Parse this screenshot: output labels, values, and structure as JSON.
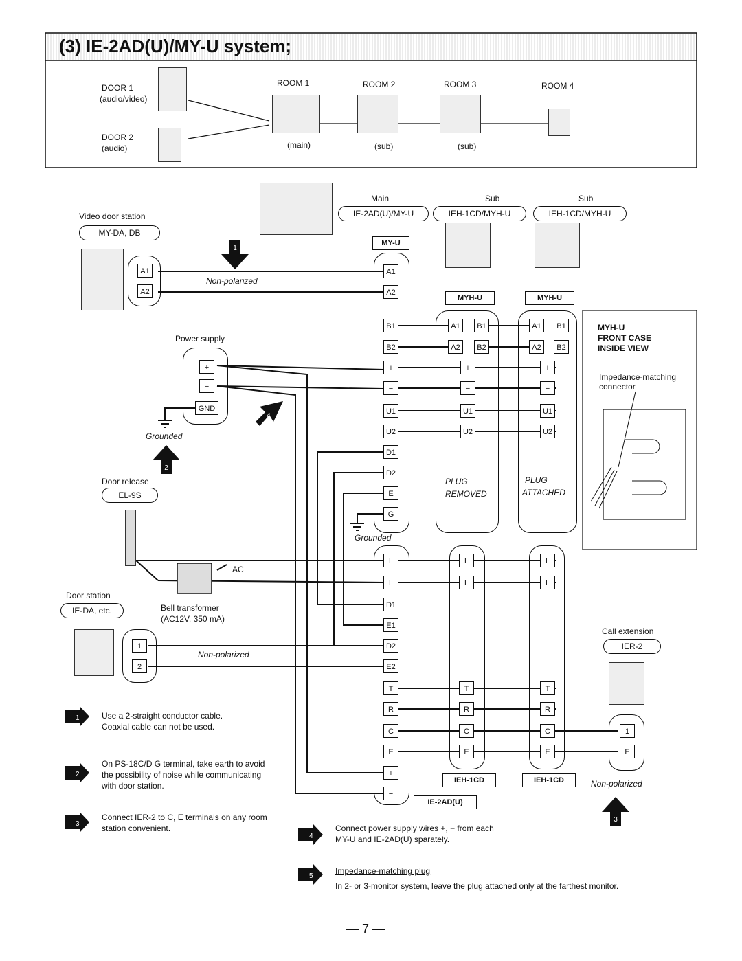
{
  "title": "(3) IE-2AD(U)/MY-U system;",
  "overview": {
    "door1": "DOOR 1",
    "door1_sub": "(audio/video)",
    "door2": "DOOR 2",
    "door2_sub": "(audio)",
    "room1": "ROOM 1",
    "room2": "ROOM 2",
    "room3": "ROOM 3",
    "room4": "ROOM 4",
    "main": "(main)",
    "sub1": "(sub)",
    "sub2": "(sub)"
  },
  "stations": {
    "main_label": "Main",
    "main_model": "IE-2AD(U)/MY-U",
    "sub1_label": "Sub",
    "sub1_model": "IEH-1CD/MYH-U",
    "sub2_label": "Sub",
    "sub2_model": "IEH-1CD/MYH-U",
    "myu": "MY-U",
    "myhu1": "MYH-U",
    "myhu2": "MYH-U",
    "iehcd1": "IEH-1CD",
    "iehcd2": "IEH-1CD",
    "ie2adu": "IE-2AD(U)"
  },
  "left": {
    "video_door": "Video door station",
    "video_door_model": "MY-DA, DB",
    "non_polarized_1": "Non-polarized",
    "power_supply": "Power supply",
    "gnd": "GND",
    "grounded1": "Grounded",
    "door_release": "Door release",
    "door_release_model": "EL-9S",
    "ac": "AC",
    "bell_transformer": "Bell transformer",
    "bell_transformer_spec": "(AC12V, 350 mA)",
    "door_station": "Door station",
    "door_station_model": "IE-DA, etc.",
    "non_polarized_2": "Non-polarized",
    "grounded2": "Grounded"
  },
  "terminals": {
    "a1": "A1",
    "a2": "A2",
    "b1": "B1",
    "b2": "B2",
    "plus": "+",
    "minus": "−",
    "u1": "U1",
    "u2": "U2",
    "d1": "D1",
    "d2": "D2",
    "e": "E",
    "g": "G",
    "l": "L",
    "e1": "E1",
    "e2": "E2",
    "t": "T",
    "r": "R",
    "c": "C",
    "one": "1",
    "two": "2"
  },
  "plug": {
    "removed1": "PLUG",
    "removed2": "REMOVED",
    "attached1": "PLUG",
    "attached2": "ATTACHED"
  },
  "inset": {
    "title1": "MYH-U",
    "title2": "FRONT CASE",
    "title3": "INSIDE VIEW",
    "imp1": "Impedance-matching",
    "imp2": "connector"
  },
  "call_ext": {
    "label": "Call extension",
    "model": "IER-2",
    "non_polarized": "Non-polarized"
  },
  "notes": {
    "n1a": "Use a 2-straight conductor cable.",
    "n1b": "Coaxial cable can not be used.",
    "n2a": "On PS-18C/D G terminal, take earth to avoid",
    "n2b": "the possibility of noise while communicating",
    "n2c": "with door station.",
    "n3a": "Connect IER-2 to C, E terminals on any room",
    "n3b": "station convenient.",
    "n4a": "Connect power supply wires +, − from each",
    "n4b": "MY-U and IE-2AD(U) sparately.",
    "n5a": "Impedance-matching plug",
    "n5b": "In 2- or 3-monitor system, leave the plug attached only at the farthest monitor."
  },
  "markers": {
    "m1": "1",
    "m2": "2",
    "m3": "3",
    "m4": "4",
    "m5": "5"
  },
  "page_number": "— 7 —"
}
